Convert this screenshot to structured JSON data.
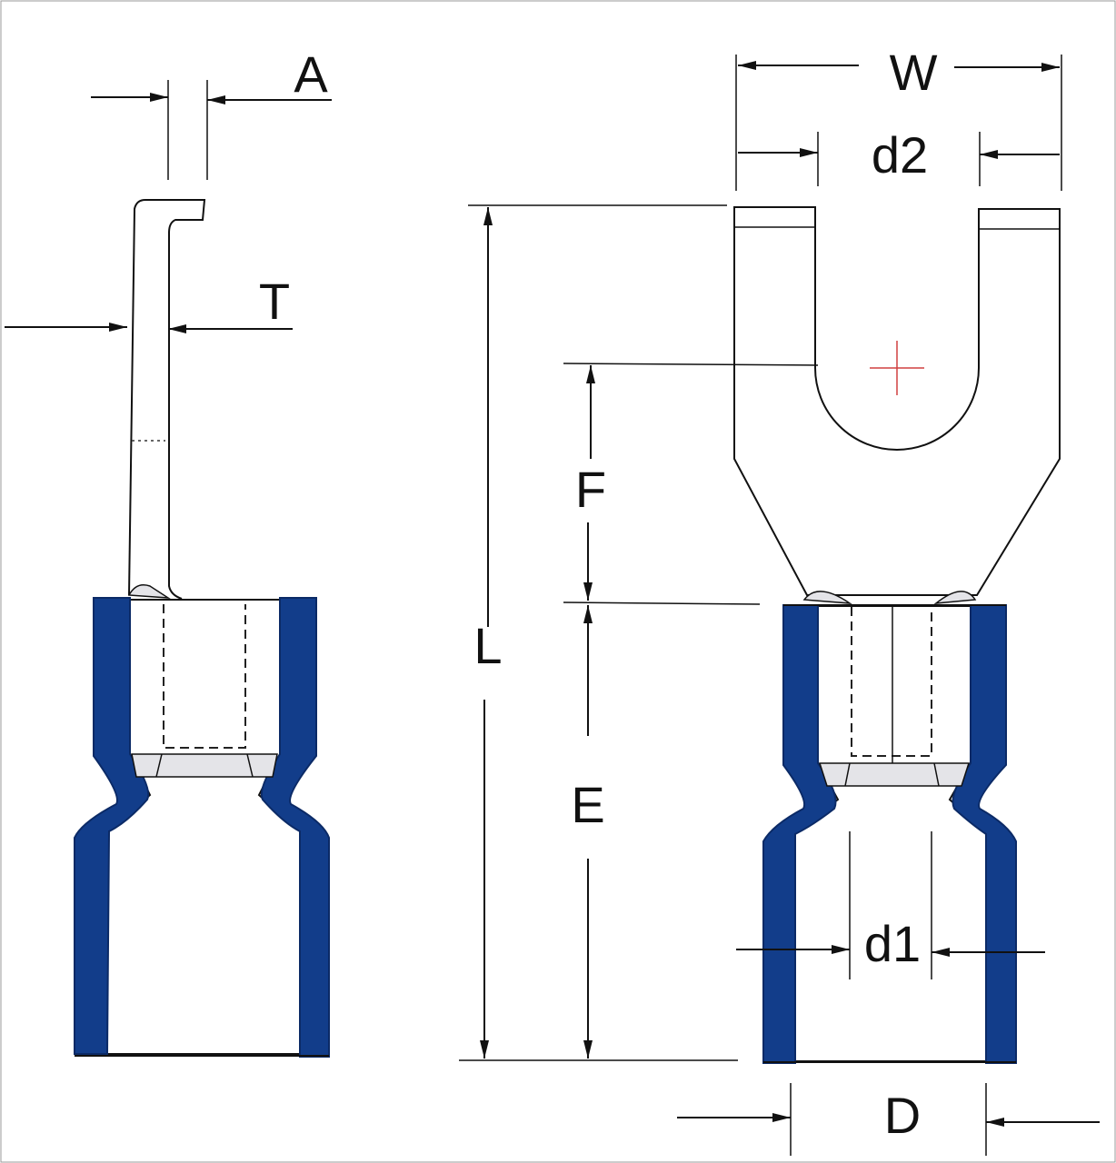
{
  "title": "Insulated spade (fork) terminal dimension drawing",
  "labels": {
    "A": "A",
    "T": "T",
    "W": "W",
    "d2": "d2",
    "F": "F",
    "L": "L",
    "E": "E",
    "d1": "d1",
    "D": "D"
  },
  "colors": {
    "insulation": "#123d8a",
    "center_mark": "#d04040",
    "line": "#111111",
    "shade": "#e4e4e8"
  }
}
